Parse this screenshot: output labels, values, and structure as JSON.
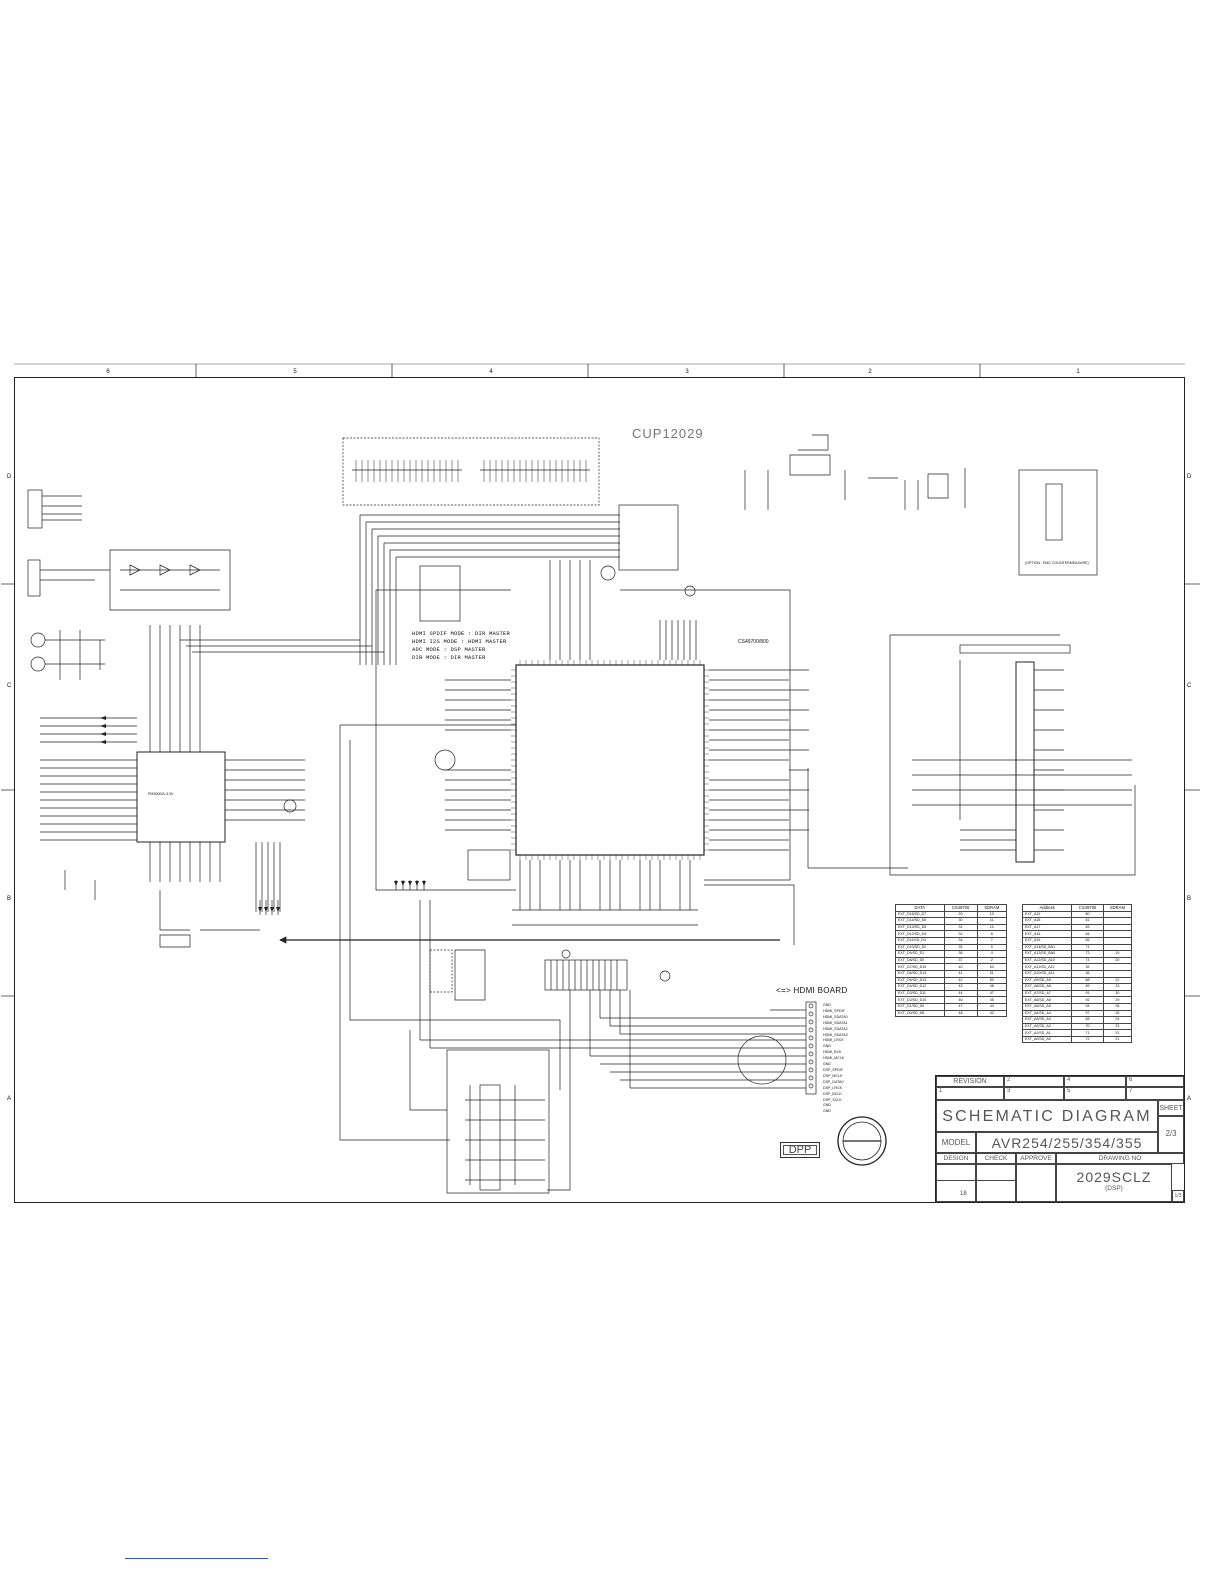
{
  "zones_top": [
    "6",
    "5",
    "4",
    "3",
    "2",
    "1"
  ],
  "zones_side": [
    "D",
    "C",
    "B",
    "A"
  ],
  "diagram": {
    "title_mark": "CUP12029",
    "modes": [
      "HDMI SPDIF MODE : DIR MASTER",
      "HDMI I2S MODE : HDMI MASTER",
      "ADC MODE : DSP MASTER",
      "DIR MODE : DIR MASTER"
    ],
    "hdmi_board_label": "<=> HDMI BOARD",
    "hdmi_signals": [
      "GND",
      "HDMI_SPDIF",
      "HDMI_SDATA0",
      "HDMI_SDATA1",
      "HDMI_SDATA2",
      "HDMI_SDATA3",
      "HDMI_LRCK",
      "GND",
      "HDMI_BCK",
      "HDMI_MCLK",
      "GND",
      "DSP_SPDIF",
      "DSP_MCLK",
      "DSP_DATA0",
      "DSP_LRCK",
      "DSP_BCLK",
      "DSP_SCLK",
      "GND",
      "GND"
    ],
    "chip_dsp": "CS49700/800",
    "option_note": "(OPTION : EMC COUNTERMEASURE)",
    "adc_chip": "PM3000/A-3.3V"
  },
  "table_data": {
    "headers": [
      "DATA",
      "CS49700",
      "SDRAM"
    ],
    "rows": [
      [
        "EXT_D15/SD_D7",
        "29",
        "13"
      ],
      [
        "EXT_D14/SD_D6",
        "30",
        "11"
      ],
      [
        "EXT_D13/SD_D5",
        "31",
        "10"
      ],
      [
        "EXT_D12/SD_D4",
        "32",
        "8"
      ],
      [
        "EXT_D11/SD_D3",
        "34",
        "7"
      ],
      [
        "EXT_D10/SD_D2",
        "35",
        "5"
      ],
      [
        "EXT_D9/SD_D1",
        "36",
        "4"
      ],
      [
        "EXT_D8/SD_D0",
        "37",
        "2"
      ],
      [
        "EXT_D7/SD_D15",
        "40",
        "53"
      ],
      [
        "EXT_D6/SD_D14",
        "41",
        "51"
      ],
      [
        "EXT_D5/SD_D13",
        "42",
        "50"
      ],
      [
        "EXT_D4/SD_D12",
        "43",
        "48"
      ],
      [
        "EXT_D3/SD_D11",
        "44",
        "47"
      ],
      [
        "EXT_D2/SD_D10",
        "46",
        "45"
      ],
      [
        "EXT_D1/SD_D9",
        "47",
        "44"
      ],
      [
        "EXT_D0/SD_D8",
        "48",
        "42"
      ]
    ]
  },
  "table_address": {
    "headers": [
      "Address",
      "CS49700",
      "SDRAM"
    ],
    "rows": [
      [
        "EXT_A19",
        "80",
        ""
      ],
      [
        "EXT_A18",
        "81",
        ""
      ],
      [
        "EXT_A17",
        "83",
        ""
      ],
      [
        "EXT_A16",
        "84",
        ""
      ],
      [
        "EXT_A15",
        "85",
        ""
      ],
      [
        "EXT_A14/SD_BA1",
        "71",
        ""
      ],
      [
        "EXT_A13/SD_BA0",
        "73",
        "19"
      ],
      [
        "EXT_A12/SD_A10",
        "74",
        "20"
      ],
      [
        "EXT_A11/SD_A12",
        "35",
        ""
      ],
      [
        "EXT_A10/SD_A11",
        "36",
        ""
      ],
      [
        "EXT_A9/SD_A9",
        "88",
        "22"
      ],
      [
        "EXT_A8/SD_A8",
        "89",
        "23"
      ],
      [
        "EXT_A7/SD_A7",
        "91",
        "30"
      ],
      [
        "EXT_A6/SD_A6",
        "92",
        "29"
      ],
      [
        "EXT_A5/SD_A5",
        "94",
        "28"
      ],
      [
        "EXT_A4/SD_A4",
        "97",
        "26"
      ],
      [
        "EXT_A3/SD_A3",
        "65",
        "24"
      ],
      [
        "EXT_A2/SD_A2",
        "70",
        "23"
      ],
      [
        "EXT_A1/SD_A1",
        "71",
        "22"
      ],
      [
        "EXT_A0/SD_A0",
        "72",
        "21"
      ]
    ]
  },
  "title_block": {
    "revision_label": "REVISION",
    "rev_numbers": [
      "1",
      "2",
      "3",
      "4",
      "5",
      "6",
      "7"
    ],
    "title": "SCHEMATIC DIAGRAM",
    "sheet_label": "SHEET",
    "sheet_fraction": "2/3",
    "model_label": "MODEL",
    "model_value": "AVR254/255/354/355",
    "design_label": "DESIGN",
    "check_label": "CHECK",
    "approve_label": "APPROVE",
    "drawing_no_label": "DRAWING NO",
    "drawing_no": "2029SCLZ",
    "drawing_sub": "(DSP)",
    "page_number": "18",
    "corner_mark": "1/3"
  },
  "stamp_label": "DPP"
}
